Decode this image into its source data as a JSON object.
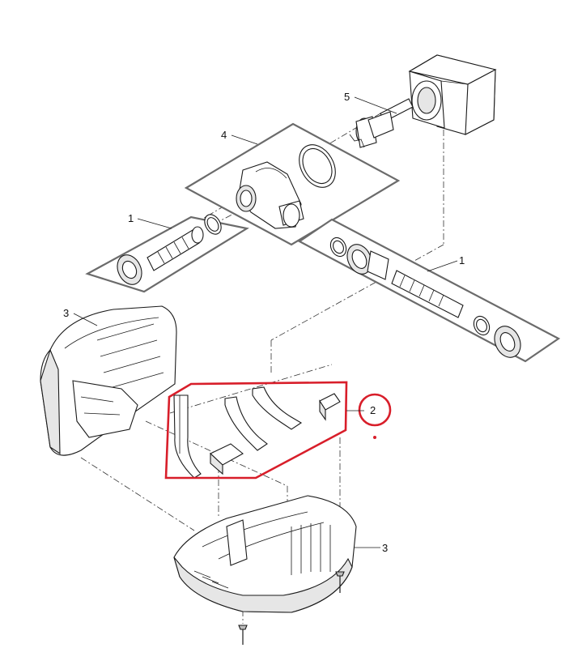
{
  "callouts": {
    "c1_left": "1",
    "c1_right": "1",
    "c2": "2",
    "c3_top": "3",
    "c3_bottom": "3",
    "c4": "4",
    "c5": "5"
  },
  "colors": {
    "highlight": "#d81e2a",
    "line": "#1a1a1a",
    "tray_border": "#6b6b6b"
  }
}
